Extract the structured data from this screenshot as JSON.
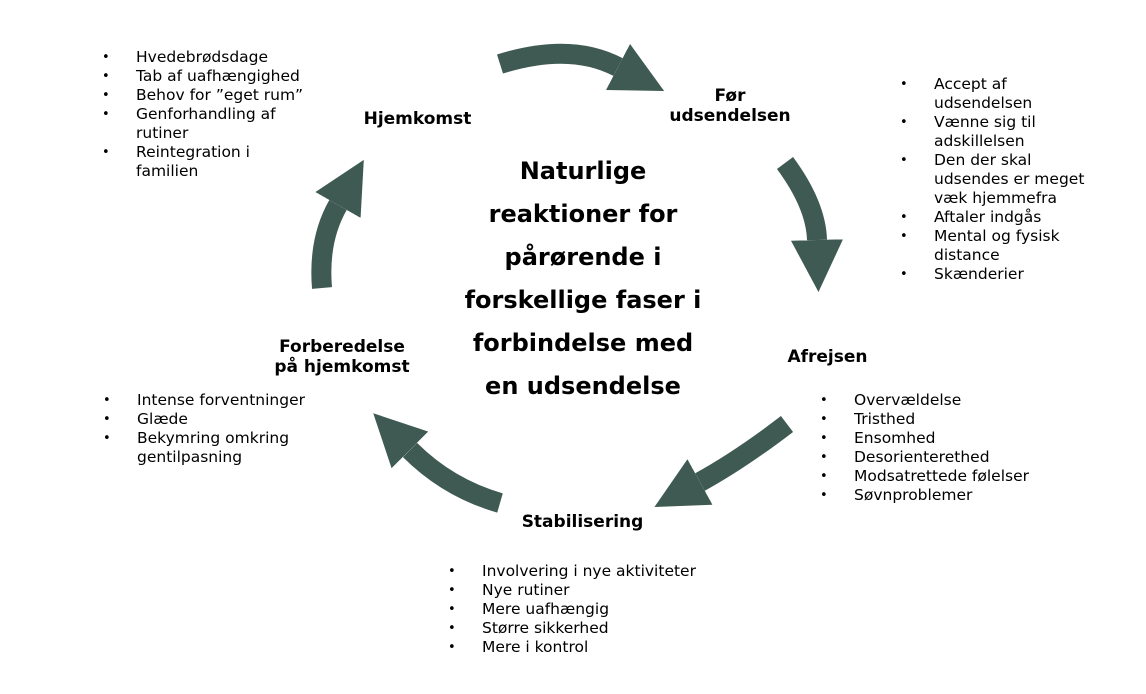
{
  "center_title": "Naturlige\nreaktioner for\npårørende i\nforskellige faser i\nforbindelse med\nen udsendelse",
  "phases": {
    "hjemkomst": {
      "label": "Hjemkomst",
      "items": [
        "Hvedebrødsdage",
        "Tab af uafhængighed",
        "Behov for ”eget rum”",
        "Genforhandling af\nrutiner",
        "Reintegration i\nfamilien"
      ]
    },
    "foer_udsendelsen": {
      "label": "Før\nudsendelsen",
      "items": [
        "Accept af\nudsendelsen",
        "Vænne sig til\nadskillelsen",
        "Den der skal\nudsendes er meget\nvæk hjemmefra",
        "Aftaler indgås",
        "Mental og fysisk\ndistance",
        "Skænderier"
      ]
    },
    "afrejsen": {
      "label": "Afrejsen",
      "items": [
        "Overvældelse",
        "Tristhed",
        "Ensomhed",
        "Desorienterethed",
        "Modsatrettede følelser",
        "Søvnproblemer"
      ]
    },
    "stabilisering": {
      "label": "Stabilisering",
      "items": [
        "Involvering i nye aktiviteter",
        "Nye rutiner",
        "Mere uafhængig",
        "Større sikkerhed",
        "Mere i kontrol"
      ]
    },
    "forberedelse": {
      "label": "Forberedelse\npå hjemkomst",
      "items": [
        "Intense forventninger",
        "Glæde",
        "Bekymring omkring\ngentilpasning"
      ]
    }
  },
  "colors": {
    "arrow": "#3f5a52",
    "text": "#000000"
  }
}
